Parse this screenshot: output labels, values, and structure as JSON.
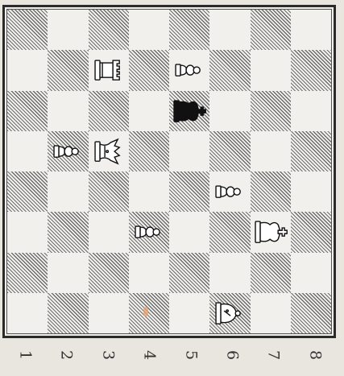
{
  "board": {
    "orientation": "rotated-90",
    "square_colors": [
      [
        "dark",
        "light",
        "dark",
        "light",
        "dark",
        "light",
        "dark",
        "light"
      ],
      [
        "light",
        "dark",
        "light",
        "dark",
        "light",
        "dark",
        "light",
        "dark"
      ],
      [
        "dark",
        "light",
        "dark",
        "light",
        "dark",
        "light",
        "dark",
        "light"
      ],
      [
        "light",
        "dark",
        "light",
        "dark",
        "light",
        "dark",
        "light",
        "dark"
      ],
      [
        "dark",
        "light",
        "dark",
        "light",
        "dark",
        "light",
        "dark",
        "light"
      ],
      [
        "light",
        "dark",
        "light",
        "dark",
        "light",
        "dark",
        "light",
        "dark"
      ],
      [
        "dark",
        "light",
        "dark",
        "light",
        "dark",
        "light",
        "dark",
        "light"
      ],
      [
        "light",
        "dark",
        "light",
        "dark",
        "light",
        "dark",
        "light",
        "dark"
      ]
    ],
    "pieces": [
      {
        "name": "white-rook",
        "row": 1,
        "col": 2,
        "color": "white",
        "type": "rook"
      },
      {
        "name": "white-pawn",
        "row": 1,
        "col": 4,
        "color": "white",
        "type": "pawn"
      },
      {
        "name": "black-king",
        "row": 2,
        "col": 4,
        "color": "black",
        "type": "king"
      },
      {
        "name": "white-pawn",
        "row": 3,
        "col": 1,
        "color": "white",
        "type": "pawn"
      },
      {
        "name": "white-queen",
        "row": 3,
        "col": 2,
        "color": "white",
        "type": "queen"
      },
      {
        "name": "white-pawn",
        "row": 4,
        "col": 5,
        "color": "white",
        "type": "pawn"
      },
      {
        "name": "white-king",
        "row": 5,
        "col": 6,
        "color": "white",
        "type": "king"
      },
      {
        "name": "white-pawn",
        "row": 5,
        "col": 3,
        "color": "white",
        "type": "pawn"
      },
      {
        "name": "white-bishop",
        "row": 7,
        "col": 5,
        "color": "white",
        "type": "bishop"
      }
    ]
  },
  "coordinates": [
    "1",
    "2",
    "3",
    "4",
    "5",
    "6",
    "7",
    "8"
  ]
}
